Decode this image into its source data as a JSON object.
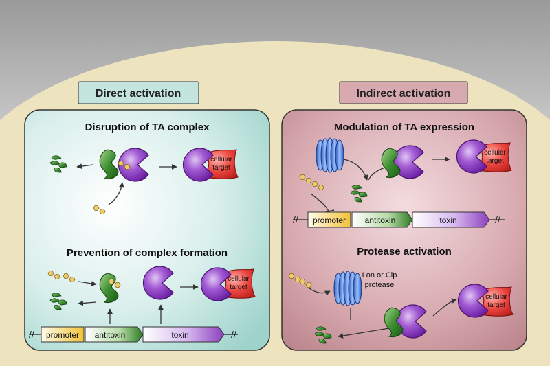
{
  "labels": {
    "direct_activation": "Direct activation",
    "indirect_activation": "Indirect activation",
    "disruption": "Disruption of TA complex",
    "prevention": "Prevention of complex formation",
    "modulation": "Modulation of TA expression",
    "protease_activation": "Protease activation",
    "cellular": "cellular",
    "target": "target",
    "promoter": "promoter",
    "antitoxin": "antitoxin",
    "toxin": "toxin",
    "lon_or_clp": "Lon or Clp",
    "protease": "protease"
  },
  "colors": {
    "cell_fill": "#ede4bf",
    "left_panel": "#bfe3de",
    "right_panel": "#d5a8ae",
    "toxin_purple": "#8b3fbe",
    "antitoxin_green": "#2f7f28",
    "target_red": "#e53834",
    "protease_blue": "#4a7fe0",
    "molecule_gold": "#e9c56a"
  },
  "icons": [
    "toxin-icon",
    "antitoxin-icon",
    "cellular-target-icon",
    "protease-icon",
    "small-molecule-icon",
    "gene-arrow-icon"
  ]
}
